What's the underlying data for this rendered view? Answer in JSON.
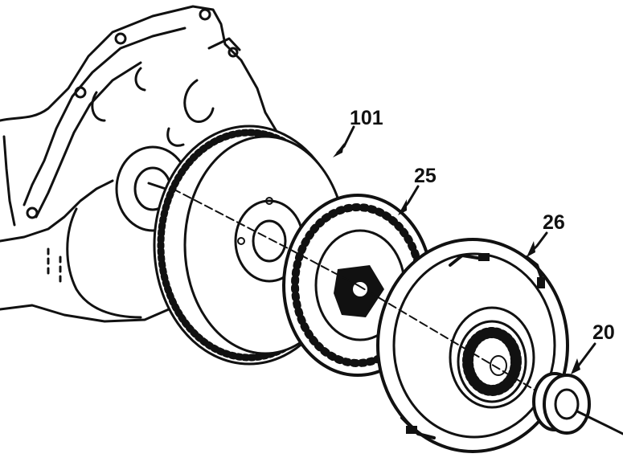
{
  "callouts": [
    {
      "id": "flywheel",
      "text": "101"
    },
    {
      "id": "clutch-disc",
      "text": "25"
    },
    {
      "id": "pressure-plate",
      "text": "26"
    },
    {
      "id": "release-bearing",
      "text": "20"
    }
  ],
  "colors": {
    "ink": "#111111",
    "paper": "#ffffff"
  }
}
